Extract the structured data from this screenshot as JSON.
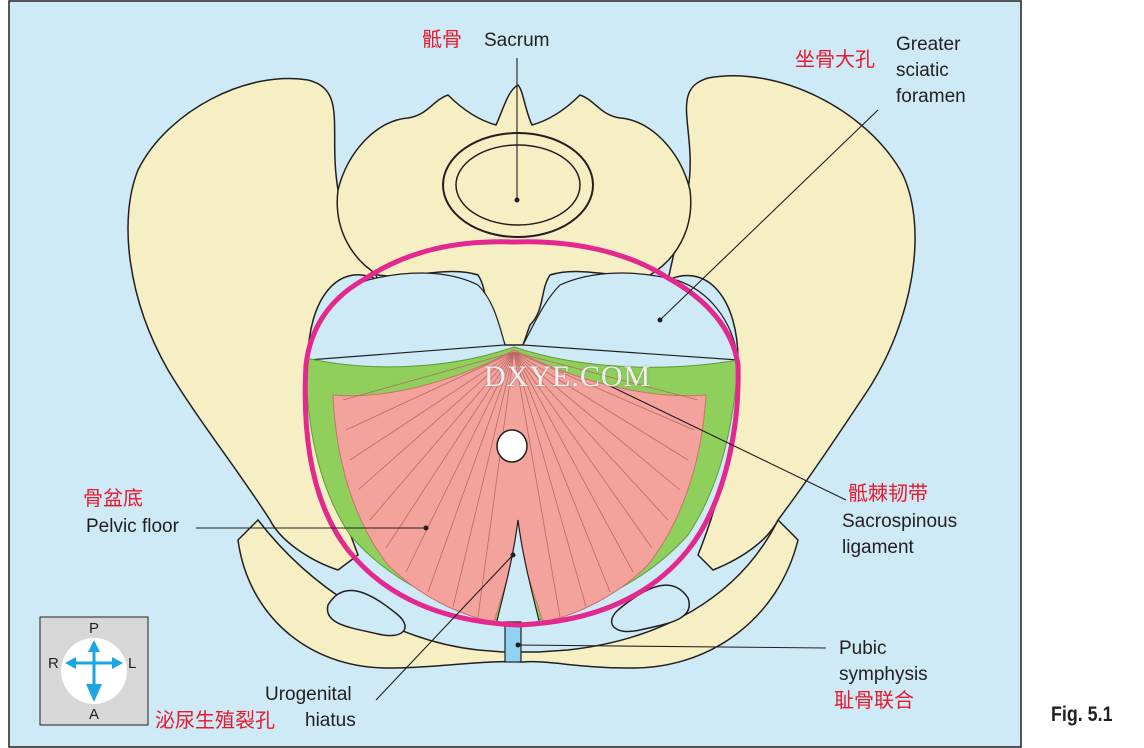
{
  "labels": {
    "sacrum_zh": "骶骨",
    "sacrum_en": "Sacrum",
    "greater_sciatic_zh": "坐骨大孔",
    "greater_sciatic_en_1": "Greater",
    "greater_sciatic_en_2": "sciatic",
    "greater_sciatic_en_3": "foramen",
    "pelvic_floor_zh": "骨盆底",
    "pelvic_floor_en": "Pelvic floor",
    "sacrospinous_zh": "骶棘韧带",
    "sacrospinous_en_1": "Sacrospinous",
    "sacrospinous_en_2": "ligament",
    "pubic_en_1": "Pubic",
    "pubic_en_2": "symphysis",
    "pubic_zh": "耻骨联合",
    "urogenital_en_1": "Urogenital",
    "urogenital_en_2": "hiatus",
    "urogenital_zh": "泌尿生殖裂孔"
  },
  "orientation": {
    "posterior": "P",
    "anterior": "A",
    "right": "R",
    "left": "L"
  },
  "watermark": "DXYE.COM",
  "figure_number": "Fig. 5.1",
  "colors": {
    "background": "#cdeaf6",
    "bone": "#f6efc3",
    "muscle": "#f4a29c",
    "ligament": "#8fcf5c",
    "pelvic_rim": "#e3288e",
    "symphysis": "#8fd3f0",
    "chinese_label": "#e8192c"
  }
}
